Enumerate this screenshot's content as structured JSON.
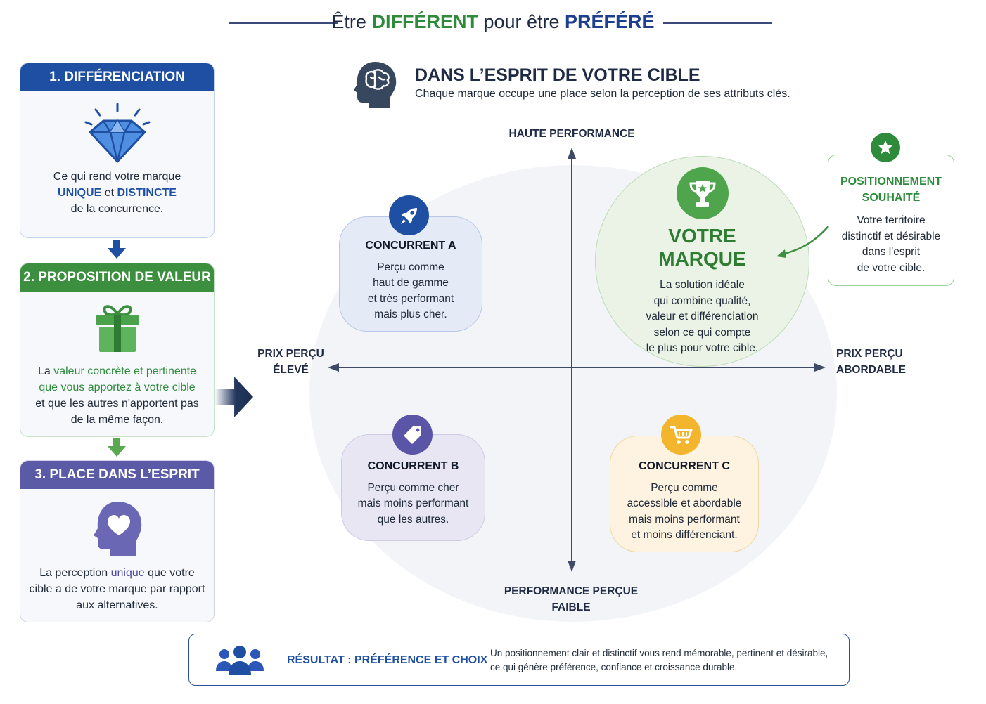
{
  "title": {
    "part1": "Être ",
    "part2": "DIFFÉRENT",
    "part3": " pour être ",
    "part4": "PRÉFÉRÉ"
  },
  "cards": [
    {
      "heading": "1. DIFFÉRENCIATION",
      "line1": "Ce qui rend votre marque",
      "em1": "UNIQUE",
      "mid": " et ",
      "em2": "DISTINCTE",
      "line3": "de la concurrence."
    },
    {
      "heading": "2. PROPOSITION DE VALEUR",
      "pre": "La ",
      "em1": "valeur concrète et pertinente",
      "em2": "que vous apportez à votre cible",
      "line3": "et que les autres n'apportent pas",
      "line4": "de la même façon."
    },
    {
      "heading": "3. PLACE DANS L’ESPRIT",
      "pre": "La perception ",
      "em1": "unique",
      "post": " que votre",
      "line2": "cible a de votre marque par rapport",
      "line3": "aux alternatives."
    }
  ],
  "header": {
    "title": "DANS L’ESPRIT DE VOTRE CIBLE",
    "subtitle": "Chaque marque occupe une place selon la perception de ses attributs clés."
  },
  "axes": {
    "top": "HAUTE PERFORMANCE",
    "bottom1": "PERFORMANCE PERÇUE",
    "bottom2": "FAIBLE",
    "left1": "PRIX PERÇU",
    "left2": "ÉLEVÉ",
    "right1": "PRIX PERÇU",
    "right2": "ABORDABLE"
  },
  "competitors": {
    "a": {
      "name": "CONCURRENT A",
      "l1": "Perçu comme",
      "l2": "haut de gamme",
      "l3": "et très performant",
      "l4": "mais plus cher."
    },
    "b": {
      "name": "CONCURRENT B",
      "l1": "Perçu comme cher",
      "l2": "mais moins performant",
      "l3": "que les autres."
    },
    "c": {
      "name": "CONCURRENT C",
      "l1": "Perçu comme",
      "l2": "accessible et abordable",
      "l3": "mais moins performant",
      "l4": "et moins différenciant."
    }
  },
  "brand": {
    "name1": "VOTRE",
    "name2": "MARQUE",
    "l1": "La solution idéale",
    "l2": "qui combine qualité,",
    "l3": "valeur et différenciation",
    "l4": "selon ce qui compte",
    "l5": "le plus pour votre cible."
  },
  "positioning": {
    "title1": "POSITIONNEMENT",
    "title2": "SOUHAITÉ",
    "l1": "Votre territoire",
    "l2": "distinctif et désirable",
    "l3": "dans l'esprit",
    "l4": "de votre cible."
  },
  "result": {
    "title": "RÉSULTAT : PRÉFÉRENCE ET CHOIX",
    "l1": "Un positionnement clair et distinctif vous rend mémorable, pertinent et désirable,",
    "l2": "ce qui génère préférence, confiance et croissance durable."
  }
}
